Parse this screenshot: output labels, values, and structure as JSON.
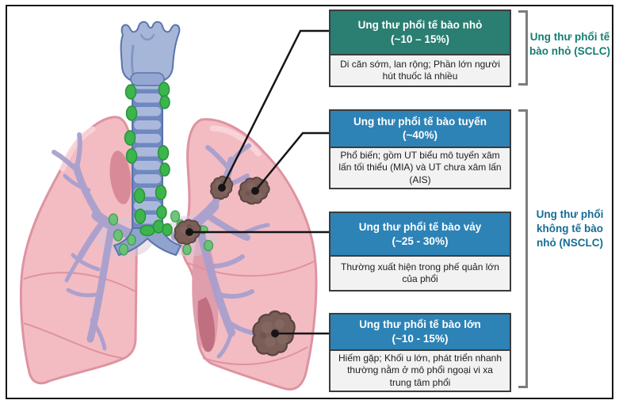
{
  "frame": {
    "background": "#ffffff",
    "border_color": "#141414"
  },
  "illustration": {
    "name": "lungs-anatomy-with-tumors",
    "colors": {
      "lung_pink": "#f3bcc3",
      "lung_outline": "#de93a1",
      "lung_highlight": "#f8d5d9",
      "lung_shadow": "#c9687a",
      "bronchi_purple": "#a79fce",
      "trachea_blue": "#aab9db",
      "trachea_dark": "#7088c0",
      "trachea_outline": "#5a74ab",
      "lymph_node_green": "#3cb54c",
      "lymph_node_outline": "#27943a",
      "tumor_brown": "#7b5e58",
      "tumor_outline": "#5b4541",
      "callout_line": "#151515"
    }
  },
  "cards": [
    {
      "title": "Ung thư phổi tế bào nhỏ",
      "pct": "(~10 – 15%)",
      "body": "Di căn sớm, lan rộng; Phần lớn người hút thuốc lá nhiều",
      "header_color": "#2a7e72"
    },
    {
      "title": "Ung thư phổi tế bào tuyến",
      "pct": "(~40%)",
      "body": "Phổ biến; gồm UT biểu mô tuyến xâm lấn tối thiểu (MIA) và UT chưa xâm lấn (AIS)",
      "header_color": "#2d83b6"
    },
    {
      "title": "Ung thư phổi tế bào vảy",
      "pct": "(~25 - 30%)",
      "body": "Thường xuất hiện trong phế quản lớn của phổi",
      "header_color": "#2d83b6"
    },
    {
      "title": "Ung thư phổi tế bào lớn",
      "pct": "(~10 - 15%)",
      "body": "Hiếm gặp; Khối u lớn, phát triển nhanh thường nằm ở mô phổi ngoại vi xa trung tâm phổi",
      "header_color": "#2d83b6"
    }
  ],
  "groups": [
    {
      "label": "Ung thư phổi tế bào nhỏ (SCLC)",
      "color": "#167d72"
    },
    {
      "label": "Ung thư phổi không tế bào nhỏ (NSCLC)",
      "color": "#166d94"
    }
  ]
}
